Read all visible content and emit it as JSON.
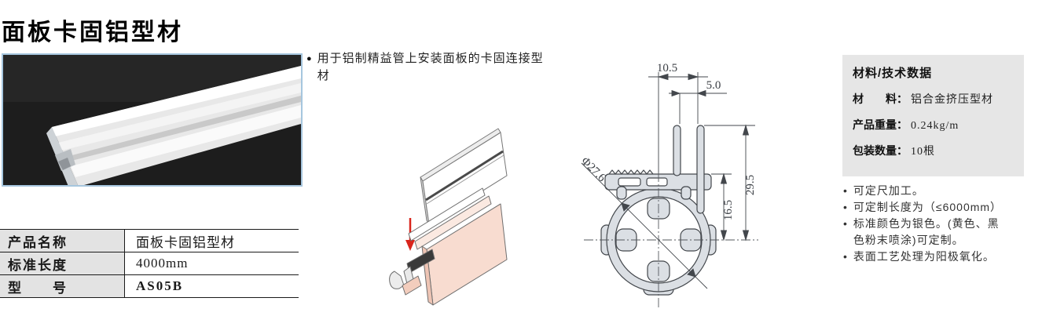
{
  "page": {
    "title": "面板卡固铝型材"
  },
  "description": {
    "marker": "●",
    "text": "用于铝制精益管上安装面板的卡固连接型材"
  },
  "product_table": {
    "rows": [
      {
        "label": "产品名称",
        "value": "面板卡固铝型材"
      },
      {
        "label": "标准长度",
        "value": "4000mm"
      },
      {
        "label": "型　　号",
        "value": "AS05B"
      }
    ]
  },
  "drawing": {
    "dim_top_width": "10.5",
    "dim_slot_width": "5.0",
    "dim_total_height": "29.5",
    "dim_mid_height": "16.5",
    "dim_diameter": "Φ27.6"
  },
  "tech_panel": {
    "heading": "材料/技术数据",
    "rows": [
      {
        "label": "材　　料：",
        "value": "铝合金挤压型材"
      },
      {
        "label": "产品重量：",
        "value": "0.24kg/m"
      },
      {
        "label": "包装数量：",
        "value": "10根"
      }
    ]
  },
  "notes": {
    "marker": "•",
    "items": [
      "可定尺加工。",
      "可定制长度为（≤6000mm）",
      "标准颜色为银色。(黄色、黑色粉末喷涂)可定制。",
      "表面工艺处理为阳极氧化。"
    ]
  },
  "colors": {
    "photo_border": "#a6c6de",
    "table_label_bg": "#e3e3e3",
    "panel_bg": "#e6e6e6",
    "accent_red": "#d9251c",
    "pink_fill": "#f8dcd0",
    "drawing_fill": "#dbdfe4"
  }
}
